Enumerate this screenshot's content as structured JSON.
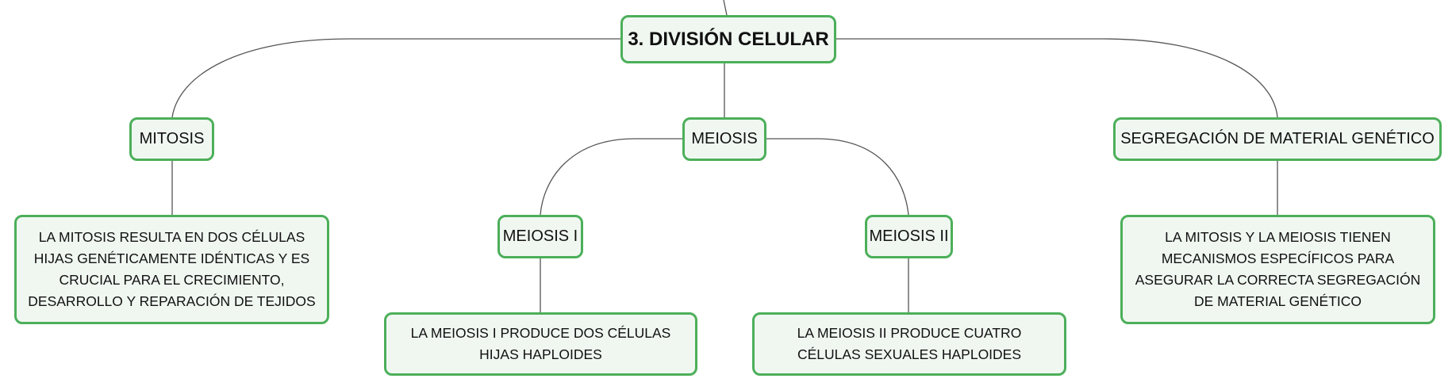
{
  "mindmap": {
    "root": {
      "label": "3. DIVISIÓN CELULAR"
    },
    "branches": {
      "mitosis": {
        "label": "MITOSIS",
        "detail": "LA MITOSIS RESULTA EN DOS CÉLULAS HIJAS GENÉTICAMENTE IDÉNTICAS Y ES CRUCIAL PARA EL CRECIMIENTO, DESARROLLO Y REPARACIÓN DE TEJIDOS"
      },
      "meiosis": {
        "label": "MEIOSIS",
        "children": {
          "meiosis_i": {
            "label": "MEIOSIS I",
            "detail": "LA MEIOSIS I PRODUCE DOS CÉLULAS HIJAS HAPLOIDES"
          },
          "meiosis_ii": {
            "label": "MEIOSIS II",
            "detail": "LA MEIOSIS II PRODUCE CUATRO CÉLULAS SEXUALES HAPLOIDES"
          }
        }
      },
      "segregacion": {
        "label": "SEGREGACIÓN DE MATERIAL GENÉTICO",
        "detail": "LA MITOSIS Y LA MEIOSIS TIENEN MECANISMOS ESPECÍFICOS PARA ASEGURAR LA CORRECTA SEGREGACIÓN DE MATERIAL GENÉTICO"
      }
    }
  },
  "colors": {
    "node_border": "#4caf5a",
    "node_fill": "#f0f7f1",
    "connector": "#555555",
    "text": "#111111"
  }
}
